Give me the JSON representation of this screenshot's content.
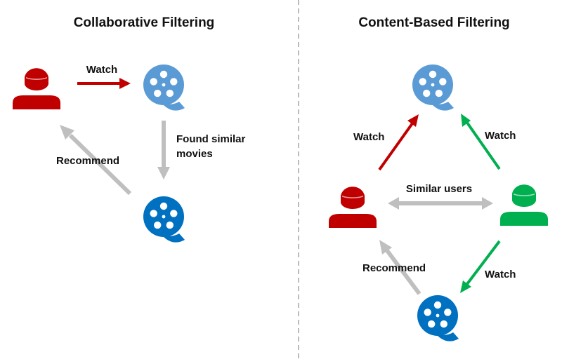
{
  "colors": {
    "red": "#C00000",
    "green": "#00B050",
    "blue_light": "#5B9BD5",
    "blue_dark": "#0070C0",
    "gray": "#BFBFBF",
    "divider": "#A6A6A6",
    "text": "#111111"
  },
  "left_panel": {
    "title": "Collaborative Filtering",
    "nodes": {
      "user": {
        "icon": "user-icon",
        "color": "red"
      },
      "movie_watched": {
        "icon": "film-reel-icon",
        "color": "blue_light"
      },
      "movie_similar": {
        "icon": "film-reel-icon",
        "color": "blue_dark"
      }
    },
    "edges": {
      "watch": {
        "label": "Watch",
        "color": "red"
      },
      "found_similar": {
        "label_line1": "Found similar",
        "label_line2": "movies",
        "color": "gray"
      },
      "recommend": {
        "label": "Recommend",
        "color": "gray"
      }
    }
  },
  "right_panel": {
    "title": "Content-Based Filtering",
    "nodes": {
      "movie_top": {
        "icon": "film-reel-icon",
        "color": "blue_light"
      },
      "user_red": {
        "icon": "user-icon",
        "color": "red"
      },
      "user_green": {
        "icon": "user-icon",
        "color": "green"
      },
      "movie_bottom": {
        "icon": "film-reel-icon",
        "color": "blue_dark"
      }
    },
    "edges": {
      "watch_red": {
        "label": "Watch",
        "color": "red"
      },
      "watch_green_top": {
        "label": "Watch",
        "color": "green"
      },
      "similar_users": {
        "label": "Similar users",
        "color": "gray"
      },
      "watch_green_bottom": {
        "label": "Watch",
        "color": "green"
      },
      "recommend": {
        "label": "Recommend",
        "color": "gray"
      }
    }
  }
}
